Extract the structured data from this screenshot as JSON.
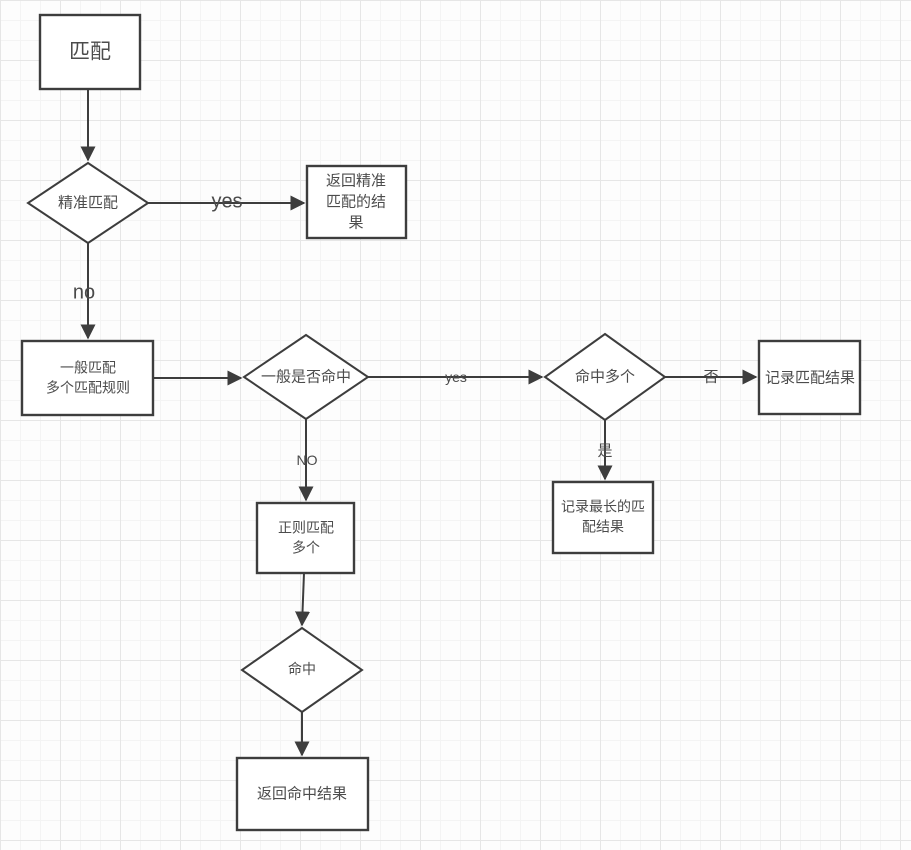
{
  "colors": {
    "line": "#3d3d3d",
    "node_fill": "#ffffff",
    "text": "#4c4c4c",
    "label": "#4a4a4a",
    "grid_minor": "#f4f4f4",
    "grid_major": "#e6e6e6",
    "background": "#fdfdfd"
  },
  "nodes": {
    "start": {
      "type": "process",
      "label": "匹配"
    },
    "exact_match": {
      "type": "decision",
      "label": "精准匹配"
    },
    "return_exact_result": {
      "type": "process",
      "label": "返回精准\n匹配的结\n果"
    },
    "general_match": {
      "type": "process",
      "label": "一般匹配\n多个匹配规则"
    },
    "general_hit": {
      "type": "decision",
      "label": "一般是否命中"
    },
    "regex_match": {
      "type": "process",
      "label": "正则匹配\n多个"
    },
    "multiple_hits": {
      "type": "decision",
      "label": "命中多个"
    },
    "record_match_result": {
      "type": "process",
      "label": "记录匹配结果"
    },
    "record_longest_result": {
      "type": "process",
      "label": "记录最长的匹\n配结果"
    },
    "hit": {
      "type": "decision",
      "label": "命中"
    },
    "return_hit_result": {
      "type": "process",
      "label": "返回命中结果"
    }
  },
  "edge_labels": {
    "exact_yes": "yes",
    "exact_no": "no",
    "general_hit_yes": "yes",
    "general_hit_no": "NO",
    "multiple_hits_no": "否",
    "multiple_hits_yes": "是"
  }
}
